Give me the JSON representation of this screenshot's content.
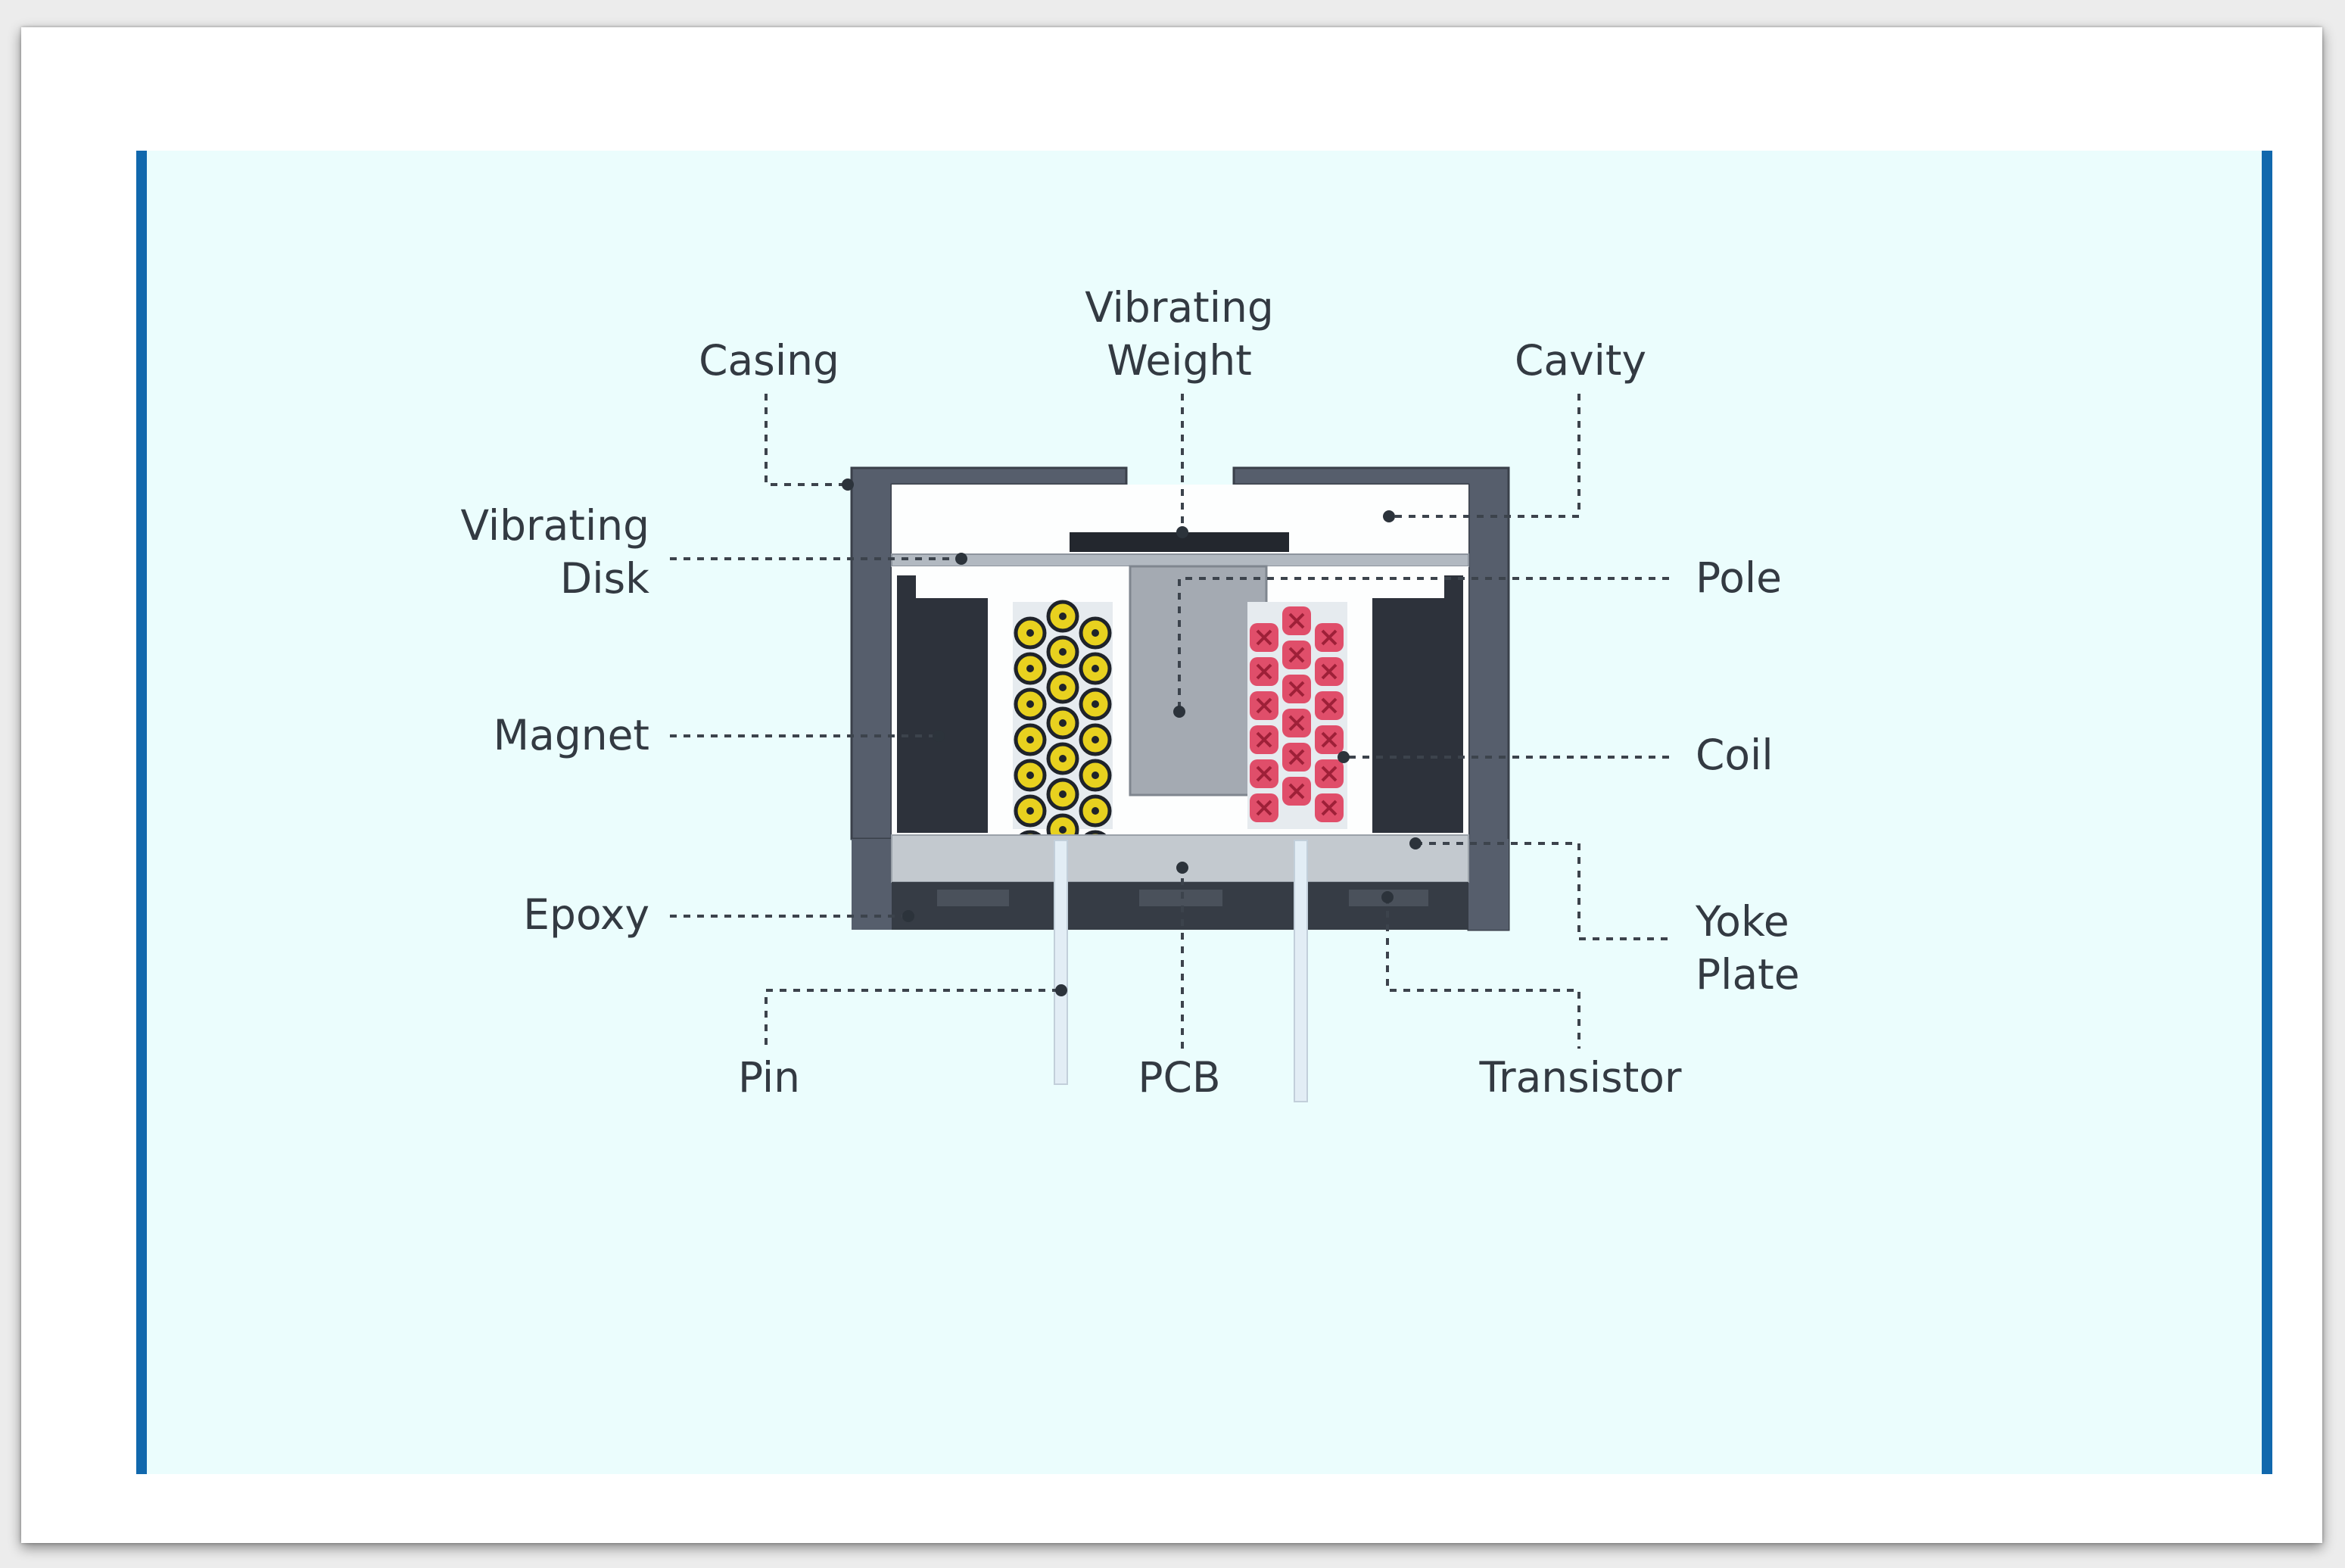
{
  "colors": {
    "background": "#ebfdfd",
    "side_bars": "#1168ad",
    "casing": "#565e6c",
    "magnet": "#2d323b",
    "pole": "#a4aab2",
    "coil_dot": "#e8d11f",
    "coil_cross": "#e04e6a",
    "epoxy": "#363c45",
    "pin": "#e2edf5"
  },
  "icons": {
    "coil_left": "coil-out-dot-icon",
    "coil_right": "coil-in-cross-icon"
  },
  "labels": {
    "casing": "Casing",
    "vibrating_weight_1": "Vibrating",
    "vibrating_weight_2": "Weight",
    "cavity": "Cavity",
    "vibrating_disk_1": "Vibrating",
    "vibrating_disk_2": "Disk",
    "pole": "Pole",
    "magnet": "Magnet",
    "coil": "Coil",
    "epoxy": "Epoxy",
    "yoke_plate_1": "Yoke",
    "yoke_plate_2": "Plate",
    "pin": "Pin",
    "pcb": "PCB",
    "transistor": "Transistor"
  }
}
